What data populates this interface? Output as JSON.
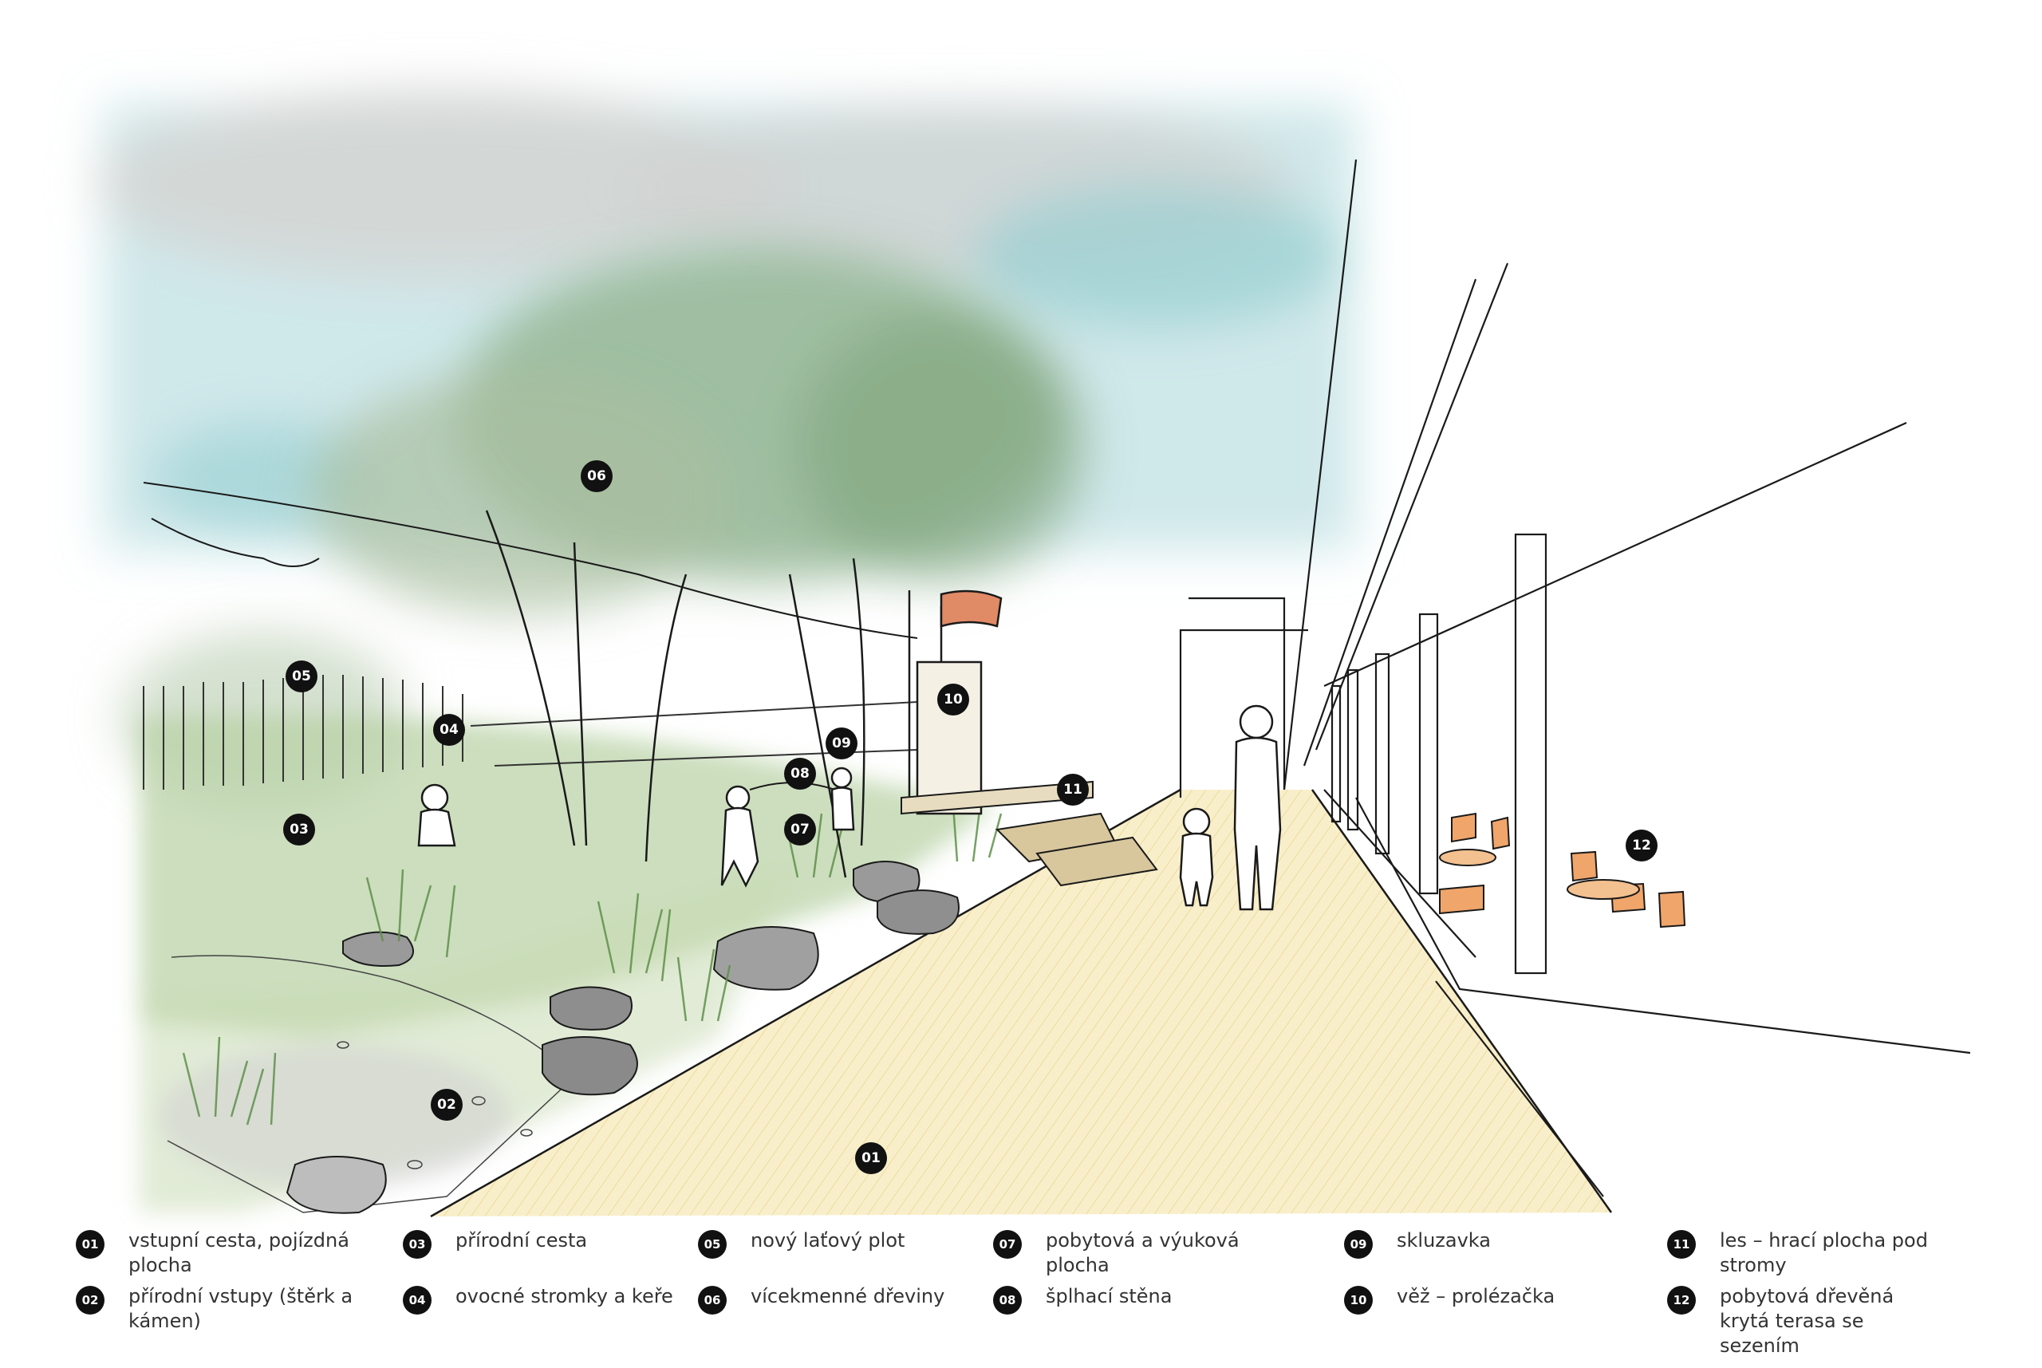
{
  "colors": {
    "sky": "#a8d6d8",
    "foliage": "#8fb08a",
    "grass": "#9dc47f",
    "path": "#f3e5a6",
    "ink": "#1a1a1a",
    "flag": "#e08a66",
    "chairs": "#f0a56a",
    "marker": "#111111"
  },
  "markers": [
    "01",
    "02",
    "03",
    "04",
    "05",
    "06",
    "07",
    "08",
    "09",
    "10",
    "11",
    "12"
  ],
  "legend": [
    {
      "num": "01",
      "label": "vstupní cesta, pojízdná plocha"
    },
    {
      "num": "02",
      "label": "přírodní vstupy (štěrk a kámen)"
    },
    {
      "num": "03",
      "label": "přírodní cesta"
    },
    {
      "num": "04",
      "label": "ovocné stromky a keře"
    },
    {
      "num": "05",
      "label": "nový laťový plot"
    },
    {
      "num": "06",
      "label": "vícekmenné dřeviny"
    },
    {
      "num": "07",
      "label": "pobytová a výuková plocha"
    },
    {
      "num": "08",
      "label": "šplhací stěna"
    },
    {
      "num": "09",
      "label": "skluzavka"
    },
    {
      "num": "10",
      "label": "věž – prolézačka"
    },
    {
      "num": "11",
      "label": "les – hrací plocha pod stromy"
    },
    {
      "num": "12",
      "label": "pobytová dřevěná krytá terasa se sezením"
    }
  ]
}
